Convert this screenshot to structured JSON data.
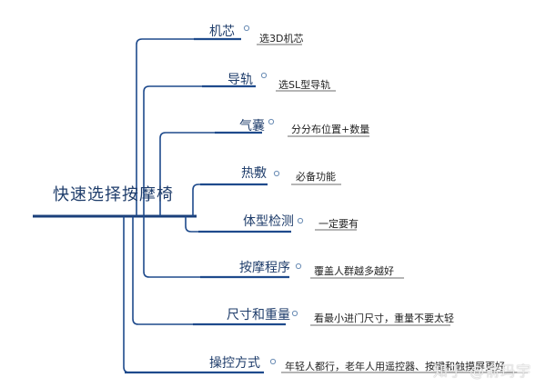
{
  "root": {
    "label": "快速选择按摩椅"
  },
  "branches": [
    {
      "label": "机芯",
      "note": "选3D机芯"
    },
    {
      "label": "导轨",
      "note": "选SL型导轨"
    },
    {
      "label": "气囊",
      "note": "分分布位置+数量"
    },
    {
      "label": "热敷",
      "note": "必备功能"
    },
    {
      "label": "体型检测",
      "note": "一定要有"
    },
    {
      "label": "按摩程序",
      "note": "覆盖人群越多越好"
    },
    {
      "label": "尺寸和重量",
      "note": "看最小进门尺寸，重量不要太轻"
    },
    {
      "label": "操控方式",
      "note": "年轻人都行，老年人用遥控器、按键和触摸屏更好"
    }
  ],
  "watermark": "知乎 @俞玛宇",
  "colors": {
    "line": "#1e4a8c",
    "root_line": "#1a3f7a",
    "text": "#1f3d6b",
    "marker": "#6b8db5"
  }
}
